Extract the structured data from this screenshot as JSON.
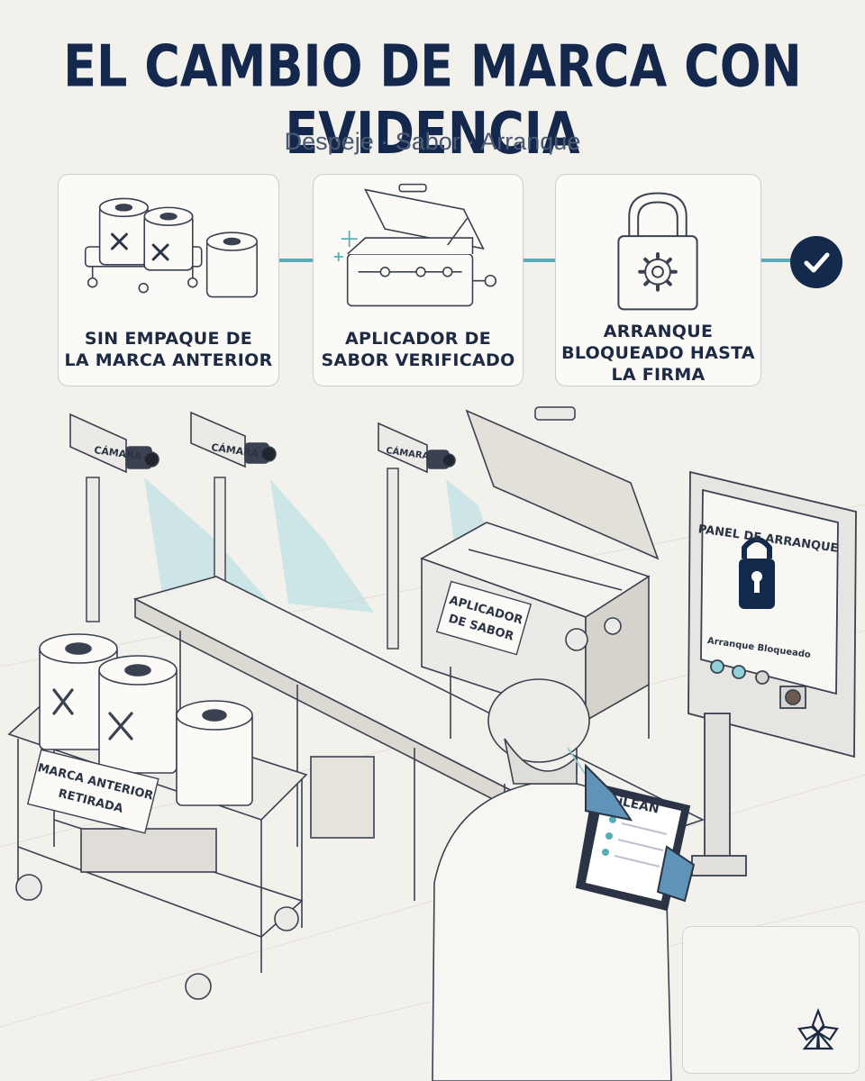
{
  "header": {
    "title": "EL CAMBIO DE MARCA CON EVIDENCIA",
    "subtitle": "Despeje · Sabor · Arranque"
  },
  "steps": [
    {
      "label_line1": "SIN EMPAQUE DE",
      "label_line2": "LA MARCA ANTERIOR",
      "icon": "rolls-cart-icon"
    },
    {
      "label_line1": "APLICADOR DE",
      "label_line2": "SABOR VERIFICADO",
      "icon": "applicator-tank-icon"
    },
    {
      "label_line1": "ARRANQUE",
      "label_line2": "BLOQUEADO HASTA",
      "label_line3": "LA FIRMA",
      "icon": "padlock-gear-icon"
    }
  ],
  "final_status_icon": "check-circle-icon",
  "scene": {
    "camera_label": "CÁMARA",
    "applicator_tag_line1": "APLICADOR",
    "applicator_tag_line2": "DE SABOR",
    "cart_tag_line1": "MARCA ANTERIOR",
    "cart_tag_line2": "RETIRADA",
    "panel_title": "PANEL DE ARRANQUE",
    "panel_status": "Arranque Bloqueado",
    "tablet_brand": "iLEAN"
  },
  "colors": {
    "navy": "#13284c",
    "teal": "#56aeb8",
    "background": "#f3f1ec"
  }
}
